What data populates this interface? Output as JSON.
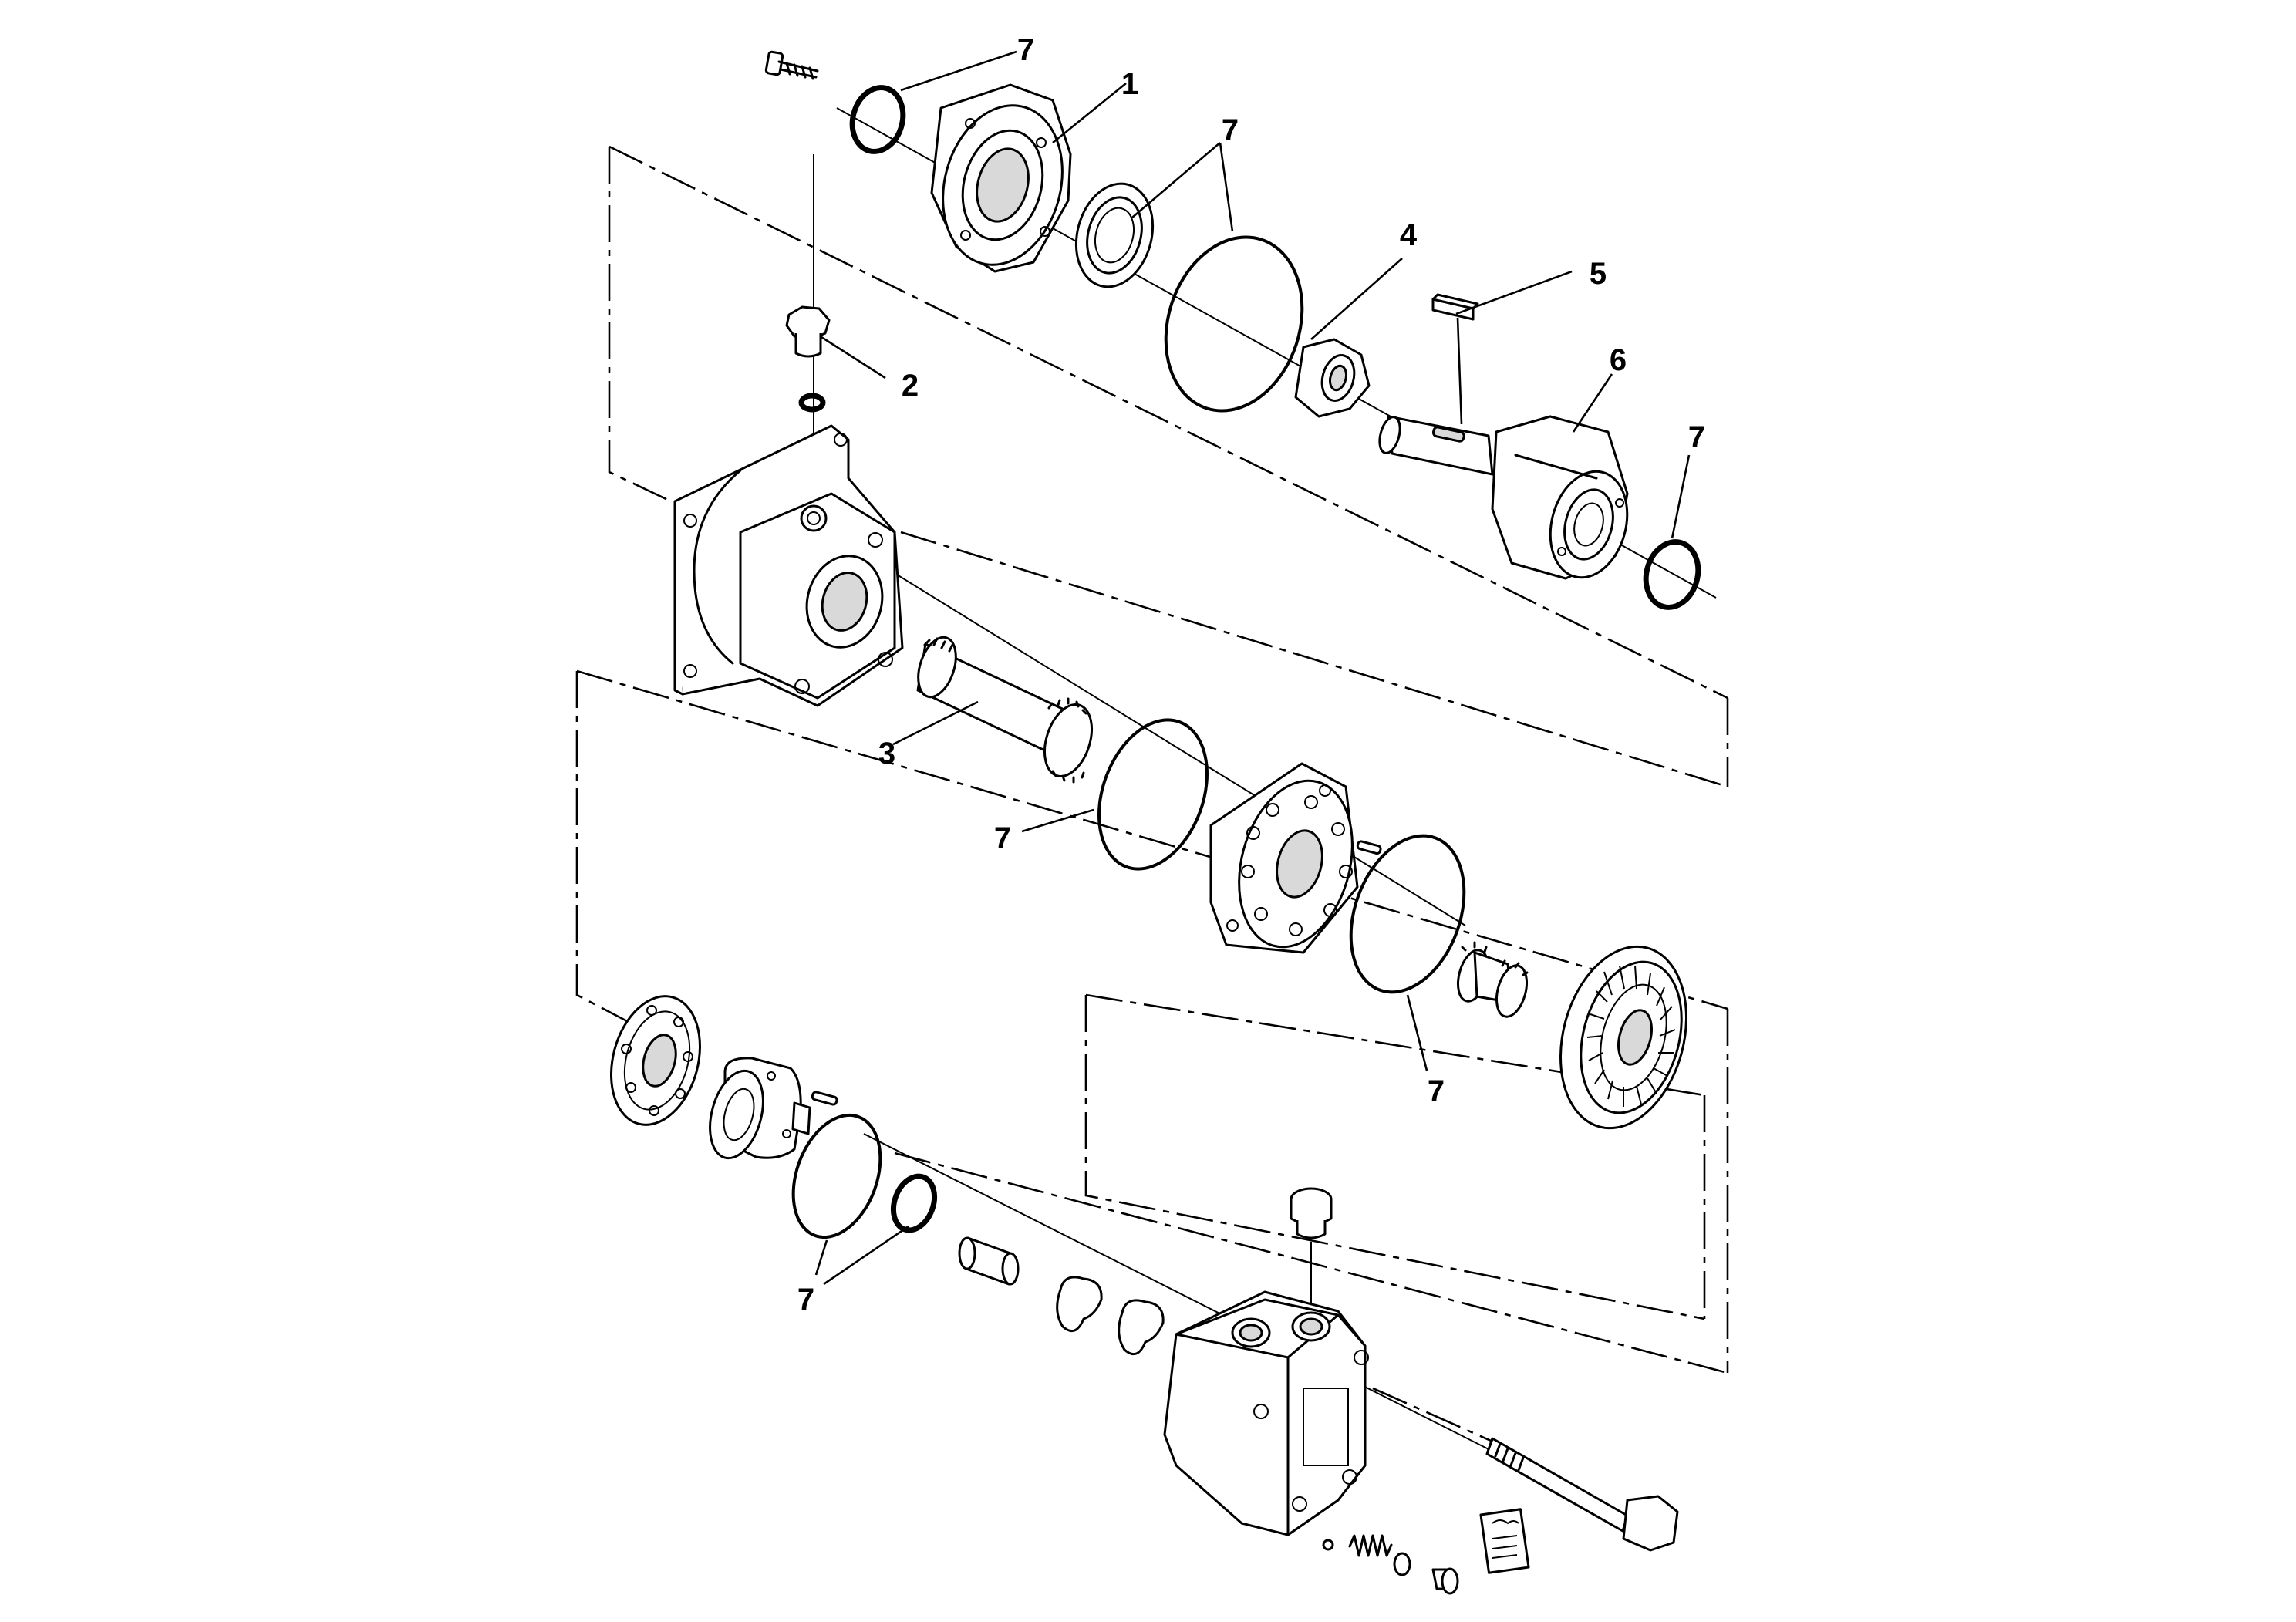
{
  "callouts": [
    {
      "id": "c1",
      "text": "1"
    },
    {
      "id": "c2",
      "text": "2"
    },
    {
      "id": "c3",
      "text": "3"
    },
    {
      "id": "c4",
      "text": "4"
    },
    {
      "id": "c5",
      "text": "5"
    },
    {
      "id": "c6",
      "text": "6"
    },
    {
      "id": "c7a",
      "text": "7"
    },
    {
      "id": "c7b",
      "text": "7"
    },
    {
      "id": "c7c",
      "text": "7"
    },
    {
      "id": "c7d",
      "text": "7"
    },
    {
      "id": "c7e",
      "text": "7"
    },
    {
      "id": "c7f",
      "text": "7"
    }
  ]
}
